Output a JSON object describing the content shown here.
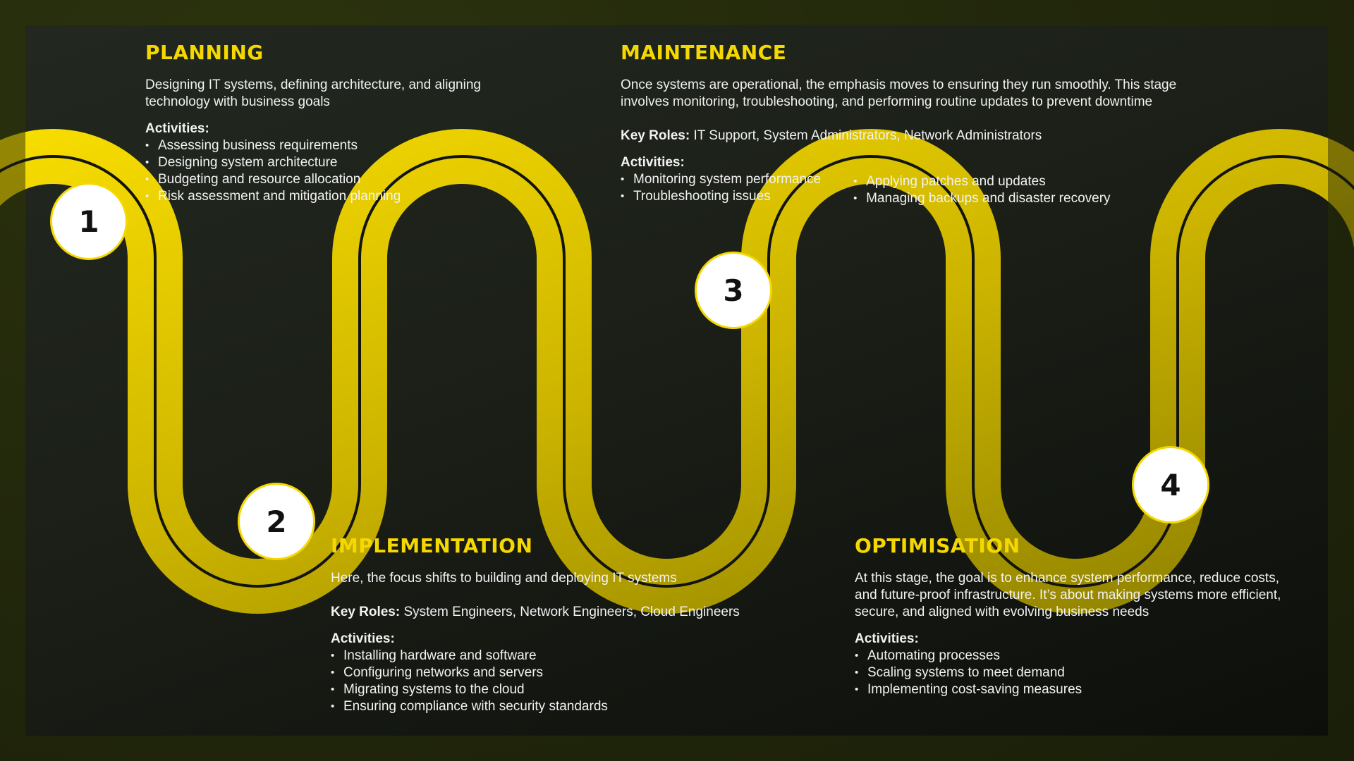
{
  "colors": {
    "accent": "#f5d800",
    "panel": "#1b1f17",
    "frame": "#2c340f",
    "text": "#f2f2f2",
    "circle_fill": "#ffffff",
    "circle_text": "#111111"
  },
  "activities_label": "Activities:",
  "key_roles_label": "Key Roles:",
  "steps": [
    {
      "number": "1"
    },
    {
      "number": "2"
    },
    {
      "number": "3"
    },
    {
      "number": "4"
    }
  ],
  "stages": {
    "planning": {
      "title": "PLANNING",
      "description_lines": [
        "Designing IT systems, defining architecture, and aligning",
        "technology with business goals"
      ],
      "activities": [
        "Assessing business requirements",
        "Designing system architecture",
        "Budgeting and resource allocation",
        "Risk assessment and mitigation planning"
      ]
    },
    "implementation": {
      "title": "IMPLEMENTATION",
      "description": "Here, the focus shifts to building and deploying IT systems",
      "key_roles": "System Engineers, Network Engineers, Cloud Engineers",
      "activities": [
        "Installing hardware and software",
        "Configuring networks and servers",
        "Migrating systems to the cloud",
        "Ensuring compliance with security standards"
      ]
    },
    "maintenance": {
      "title": "MAINTENANCE",
      "description_lines": [
        "Once systems are operational, the emphasis moves to ensuring they run smoothly. This stage",
        "involves monitoring, troubleshooting, and performing routine updates to prevent downtime"
      ],
      "key_roles": "IT Support, System Administrators, Network Administrators",
      "activities_col1": [
        "Monitoring system performance",
        "Troubleshooting issues"
      ],
      "activities_col2": [
        "Applying patches and updates",
        "Managing backups and disaster recovery"
      ]
    },
    "optimisation": {
      "title": "OPTIMISATION",
      "description_lines": [
        "At this stage, the goal is to enhance system performance, reduce costs,",
        "and future-proof infrastructure. It’s about making systems more efficient,",
        "secure, and aligned with evolving business needs"
      ],
      "activities": [
        "Automating processes",
        "Scaling systems to meet demand",
        "Implementing cost-saving measures"
      ]
    }
  }
}
